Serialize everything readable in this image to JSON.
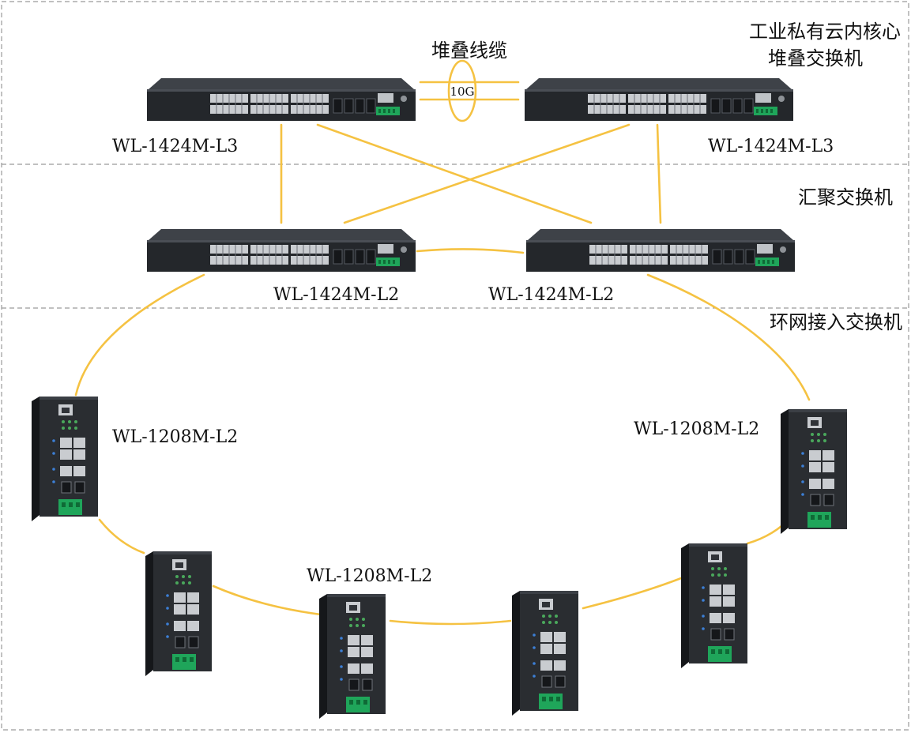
{
  "tiers": {
    "core_line1": "工业私有云内核心",
    "core_line2": "堆叠交换机",
    "aggregation": "汇聚交换机",
    "access": "环网接入交换机"
  },
  "stacking": {
    "title": "堆叠线缆",
    "speed": "10G"
  },
  "models": {
    "core_left": "WL-1424M-L3",
    "core_right": "WL-1424M-L3",
    "agg_left": "WL-1424M-L2",
    "agg_right": "WL-1424M-L2",
    "ring_left": "WL-1208M-L2",
    "ring_right": "WL-1208M-L2",
    "ring_bottom": "WL-1208M-L2"
  },
  "colors": {
    "link": "#f5c242",
    "device_body": "#2a2d31",
    "device_top": "#3a3e44",
    "port": "#c9ccd0",
    "terminal": "#1fa55a",
    "frame": "#9a9a9a"
  }
}
